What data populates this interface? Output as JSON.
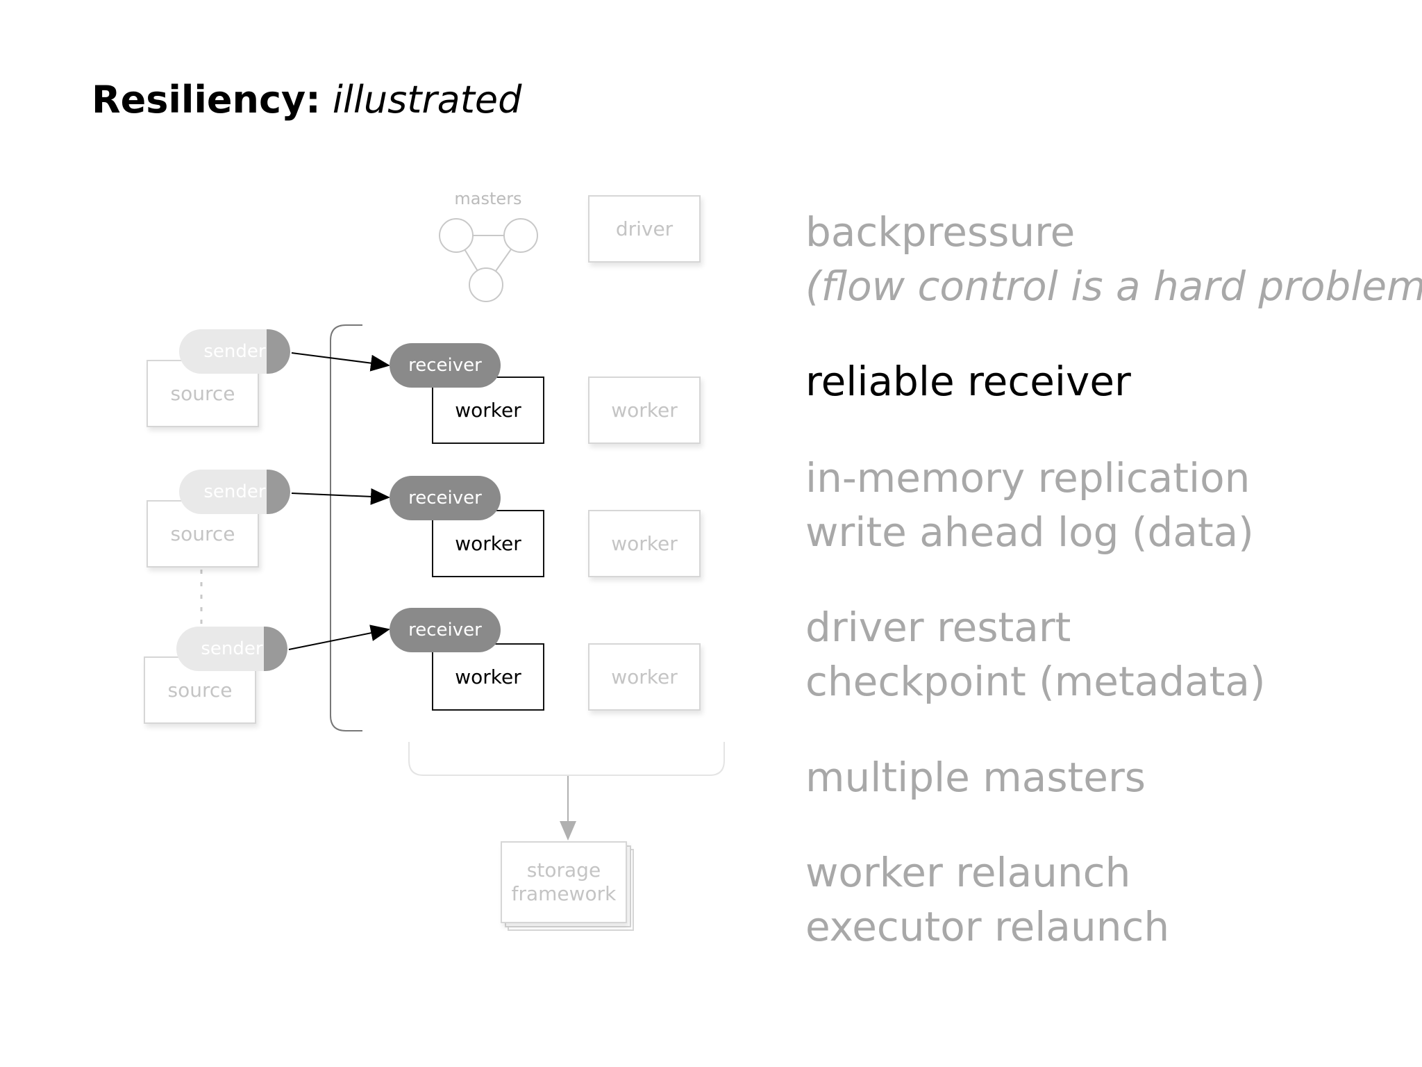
{
  "title": {
    "bold": "Resiliency:",
    "italic": "illustrated"
  },
  "diagram": {
    "masters_label": "masters",
    "driver": "driver",
    "sender": "sender",
    "source": "source",
    "receiver": "receiver",
    "worker": "worker",
    "storage": [
      "storage",
      "framework"
    ]
  },
  "annotations": {
    "backpressure": "backpressure",
    "flow_control": "(flow control is a hard problem)",
    "reliable_receiver": "reliable receiver",
    "in_memory_replication": "in-memory replication",
    "write_ahead_log": "write ahead log (data)",
    "driver_restart": "driver restart",
    "checkpoint": "checkpoint (metadata)",
    "multiple_masters": "multiple masters",
    "worker_relaunch": "worker relaunch",
    "executor_relaunch": "executor relaunch"
  },
  "colors": {
    "active": "#000000",
    "faded": "#a8a8a8",
    "receiver_fill": "#8a8a8a",
    "sender_fill": "#e9e9e9"
  }
}
